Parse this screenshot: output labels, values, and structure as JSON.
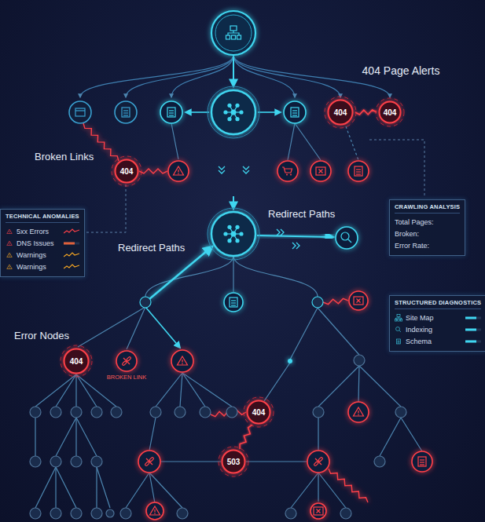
{
  "diagram": {
    "nodes": [
      {
        "text": [
          "404"
        ]
      },
      {
        "text": [
          "404"
        ]
      },
      {
        "text": [
          "404"
        ]
      },
      {
        "text": [
          "TECHNICAL ANOMALIES",
          "5xx Errors",
          "DNS Issues",
          "Warnings",
          "Warnings"
        ]
      },
      {
        "text": [
          "CRAWLING ANALYSIS",
          "Total Pages:",
          "Broken:",
          "Error Rate:"
        ]
      },
      {
        "text": [
          "STRUCTURED DIAGNOSTICS",
          "Site Map",
          "Indexing",
          "Schema"
        ]
      },
      {
        "text": [
          "404"
        ]
      },
      {
        "text": [
          "404"
        ]
      },
      {
        "text": [
          "503"
        ]
      }
    ],
    "edges": [
      {
        "from": 0,
        "to": 1,
        "arrow": "none"
      },
      {
        "from": 7,
        "to": 8,
        "arrow": "none"
      }
    ],
    "labels": [
      "404 Page Alerts",
      "Broken Links",
      "Redirect Paths",
      "Redirect Paths",
      "Error Nodes",
      "BROKEN LINK"
    ]
  }
}
